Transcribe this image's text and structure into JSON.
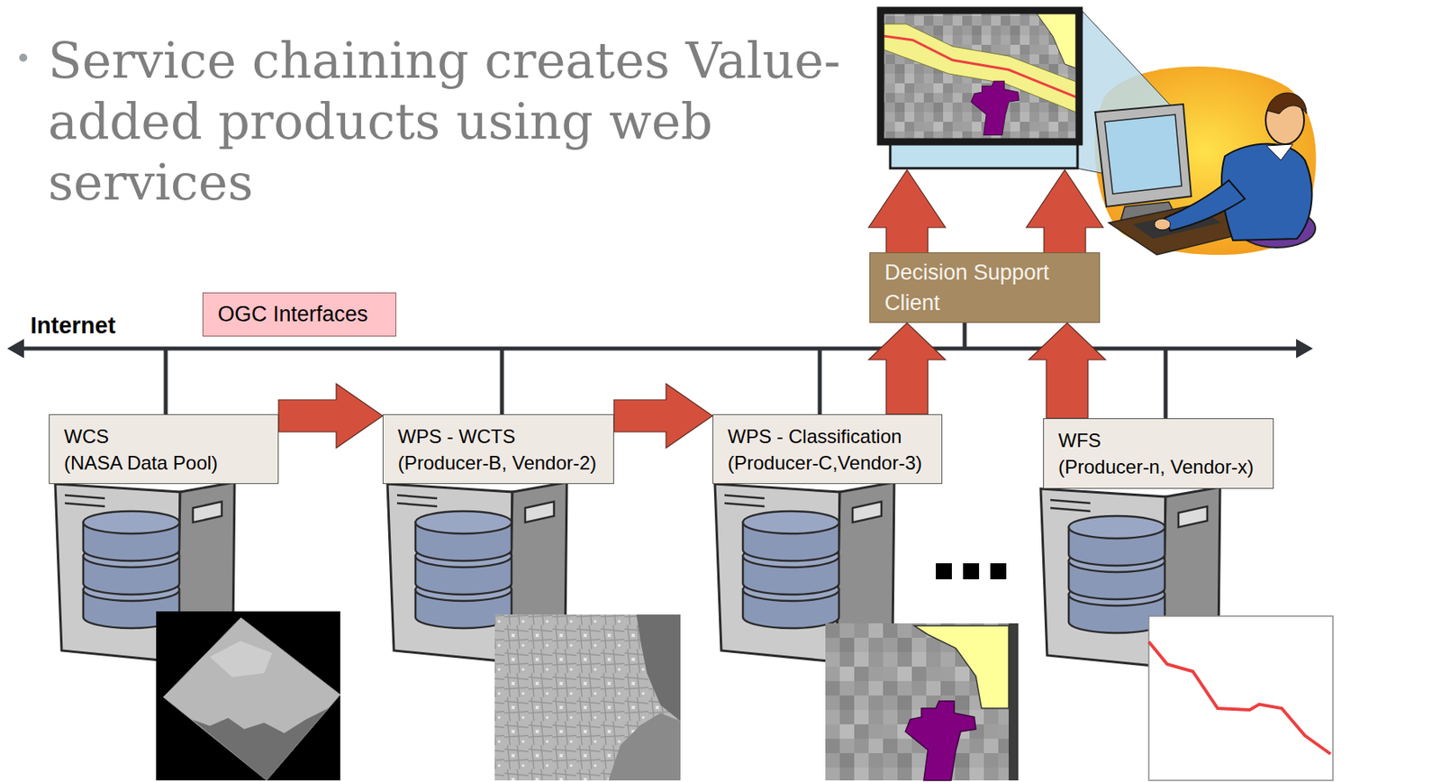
{
  "diagram": {
    "title": "Service chaining creates Value-added products using web services",
    "nodes": [
      {
        "text": [
          "OGC Interfaces"
        ]
      },
      {
        "text": [
          "Decision Support Client"
        ]
      },
      {
        "text": [
          "WCS",
          "(NASA Data Pool)"
        ]
      },
      {
        "text": [
          "WPS - WCTS",
          "(Producer-B, Vendor-2)"
        ]
      },
      {
        "text": [
          "WPS - Classification",
          "(Producer-C,Vendor-3)"
        ]
      },
      {
        "text": [
          "WFS",
          "(Producer-n, Vendor-x)"
        ]
      }
    ],
    "edges": [
      {
        "from": 2,
        "to": 3,
        "arrow": "to"
      },
      {
        "from": 3,
        "to": 4,
        "arrow": "to"
      },
      {
        "from": 4,
        "to": 1,
        "arrow": "to"
      },
      {
        "from": 5,
        "to": 1,
        "arrow": "to"
      }
    ],
    "labels": [
      "Internet"
    ]
  }
}
